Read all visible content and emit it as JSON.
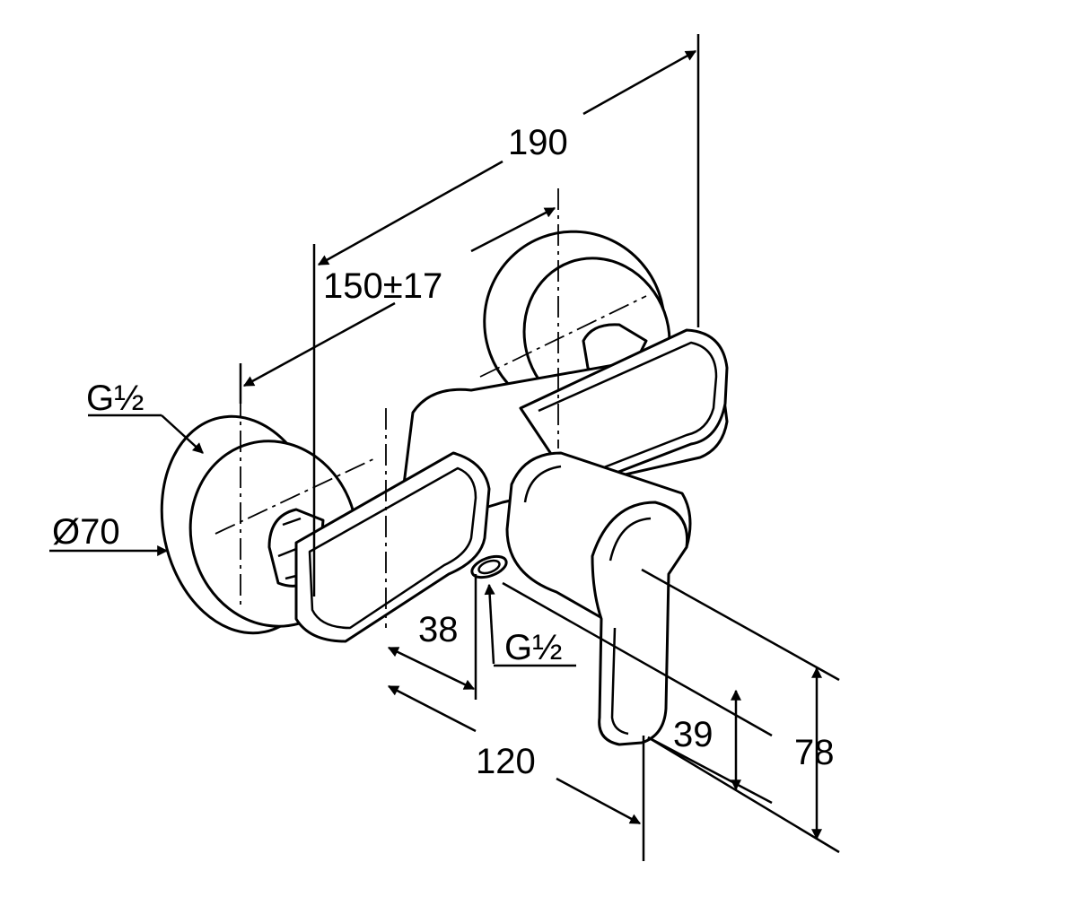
{
  "dimensions": {
    "overall_length": "190",
    "center_distance": "150±17",
    "inlet_thread": "G½",
    "escutcheon_diameter": "Ø70",
    "outlet_offset": "38",
    "outlet_thread": "G½",
    "projection": "120",
    "outlet_height": "39",
    "total_height": "78"
  },
  "colors": {
    "line": "#000000",
    "background": "#ffffff"
  }
}
